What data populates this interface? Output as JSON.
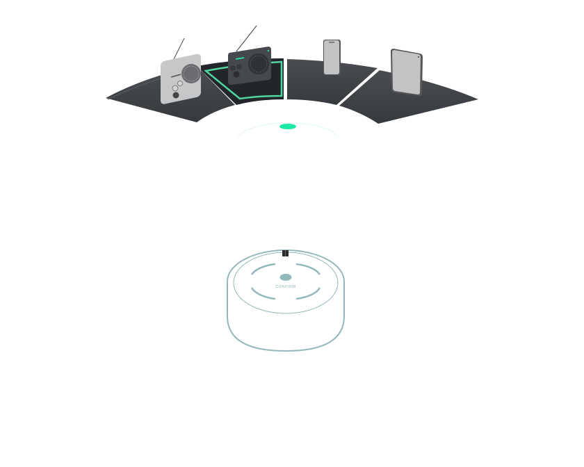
{
  "colors": {
    "panel": "#3f4246",
    "panel_selected": "#23272b",
    "accent": "#1de9a6",
    "selection_border": "#4fd6a0",
    "puck_outline": "#93b8bb",
    "device_light": "#c6c7c8",
    "device_dark": "#45484c"
  },
  "devices": [
    {
      "name": "radio",
      "icon": "radio-light-icon",
      "selected": false
    },
    {
      "name": "radio",
      "icon": "radio-dark-icon",
      "selected": true
    },
    {
      "name": "phone",
      "icon": "phone-icon",
      "selected": false
    },
    {
      "name": "tablet",
      "icon": "tablet-icon",
      "selected": false
    }
  ],
  "puck": {
    "confirm_label": "CONFIRM"
  }
}
